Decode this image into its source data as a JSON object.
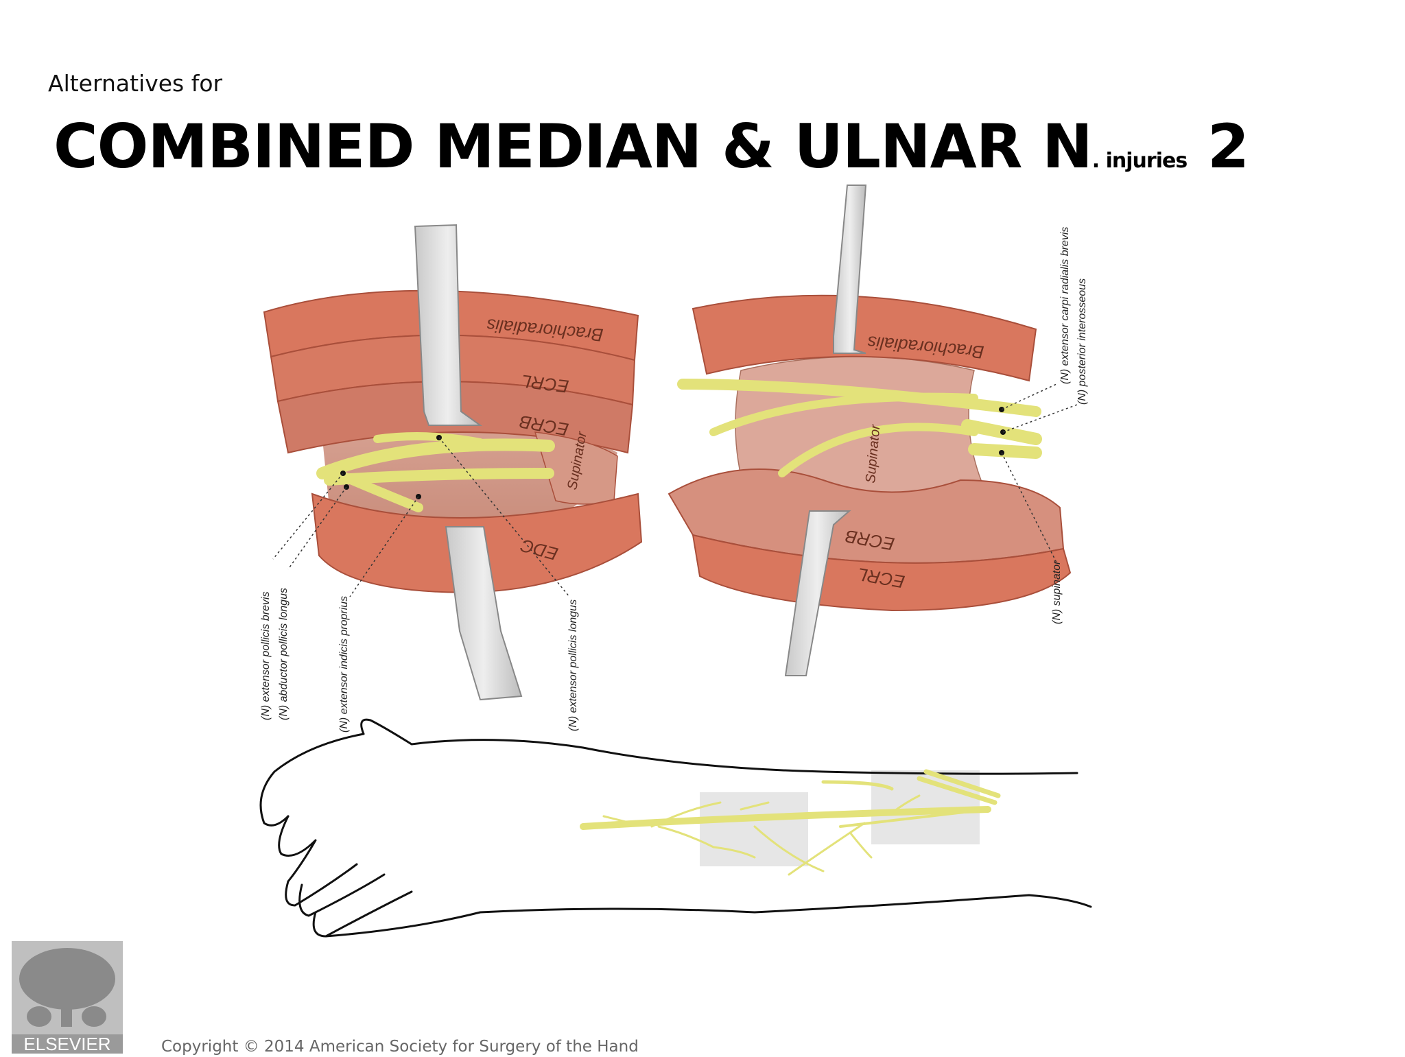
{
  "slide": {
    "pretitle": "Alternatives for",
    "title_main": "COMBINED MEDIAN & ULNAR N",
    "title_small": ". injuries",
    "title_number": "2"
  },
  "figure": {
    "left_panel": {
      "muscles": [
        "Brachioradialis",
        "ECRL",
        "ECRB",
        "Supinator",
        "EDC"
      ],
      "nerve_labels": [
        "(N) extensor pollicis brevis",
        "(N) abductor pollicis longus",
        "(N) extensor indicis proprius",
        "(N) extensor pollicis longus"
      ]
    },
    "right_panel": {
      "muscles": [
        "Brachioradialis",
        "Supinator",
        "ECRB",
        "ECRL"
      ],
      "nerve_labels": [
        "(N) extensor carpi radialis brevis",
        "(N) posterior interosseous",
        "(N) supinator"
      ]
    }
  },
  "footer": {
    "publisher": "ELSEVIER",
    "copyright": "Copyright © 2014 American Society for Surgery of the Hand"
  },
  "colors": {
    "muscle": "#d9775e",
    "muscle_dark": "#b85a44",
    "muscle_light": "#e3a996",
    "nerve": "#e3e27a",
    "retractor": "#dcdcdc"
  }
}
